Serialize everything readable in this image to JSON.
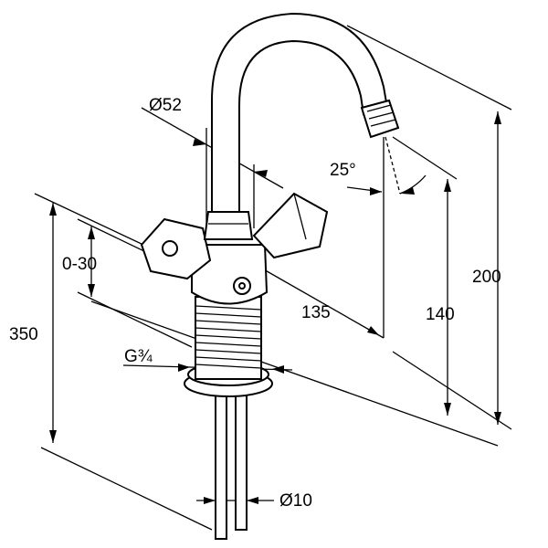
{
  "dimensions": {
    "dia_body": "Ø52",
    "spout_angle": "25°",
    "swivel_range": "0-30",
    "spout_reach": "135",
    "spout_height_outlet": "140",
    "overall_height": "200",
    "total_height_with_pipes": "350",
    "thread": "G¾",
    "pipe_dia": "Ø10"
  },
  "colors": {
    "ink": "#000000",
    "paper": "#ffffff"
  }
}
